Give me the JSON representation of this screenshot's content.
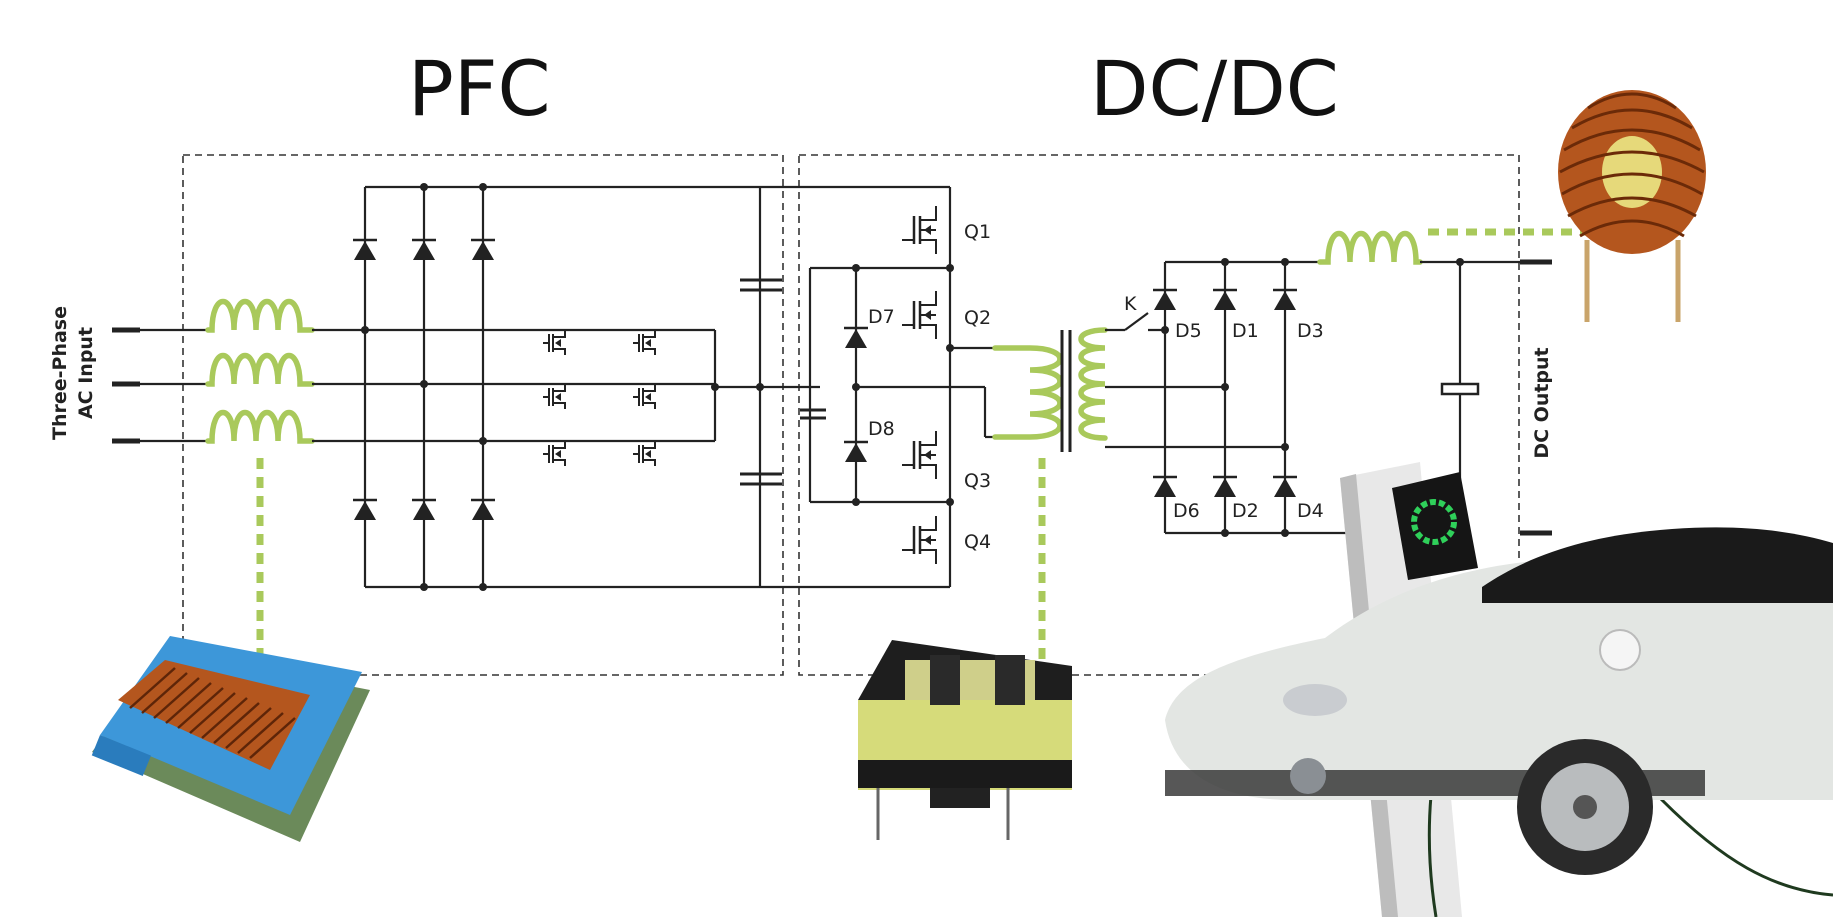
{
  "sections": {
    "pfc": "PFC",
    "dcdc": "DC/DC"
  },
  "input_label": {
    "line1": "Three-Phase",
    "line2": "AC Input"
  },
  "output_label": "DC Output",
  "switches": {
    "q1": "Q1",
    "q2": "Q2",
    "q3": "Q3",
    "q4": "Q4"
  },
  "diodes": {
    "d1": "D1",
    "d2": "D2",
    "d3": "D3",
    "d4": "D4",
    "d5": "D5",
    "d6": "D6",
    "d7": "D7",
    "d8": "D8"
  },
  "relay": "K",
  "colors": {
    "inductor": "#a9c95b",
    "copper": "#b4561e",
    "wire": "#222222",
    "core_blue": "#3d97d9",
    "transformer_yellow": "#d6db7a"
  }
}
